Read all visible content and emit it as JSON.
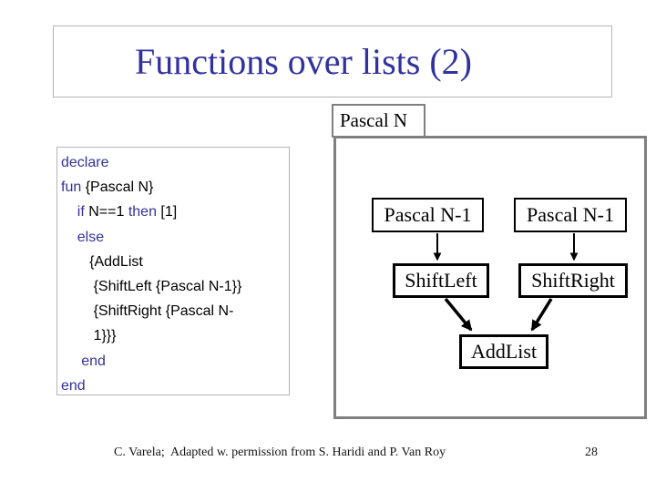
{
  "slide": {
    "title": "Functions over lists (2)",
    "footer_credit": "C. Varela;  Adapted w. permission from S. Haridi and P. Van Roy",
    "page_number": "28"
  },
  "code_panel": {
    "lines": [
      [
        {
          "t": "declare",
          "kw": true
        }
      ],
      [
        {
          "t": "fun ",
          "kw": true
        },
        {
          "t": "{Pascal N}",
          "kw": false
        }
      ],
      [
        {
          "t": "    ",
          "kw": false
        },
        {
          "t": "if ",
          "kw": true
        },
        {
          "t": "N==1 ",
          "kw": false
        },
        {
          "t": "then ",
          "kw": true
        },
        {
          "t": "[1]",
          "kw": false
        }
      ],
      [
        {
          "t": "    ",
          "kw": false
        },
        {
          "t": "else",
          "kw": true
        }
      ],
      [
        {
          "t": "       {AddList",
          "kw": false
        }
      ],
      [
        {
          "t": "        {ShiftLeft {Pascal N-1}}",
          "kw": false
        }
      ],
      [
        {
          "t": "        {ShiftRight {Pascal N-",
          "kw": false
        }
      ],
      [
        {
          "t": "        1}}}",
          "kw": false
        }
      ],
      [
        {
          "t": "     ",
          "kw": false
        },
        {
          "t": "end",
          "kw": true
        }
      ],
      [
        {
          "t": "end",
          "kw": true
        }
      ]
    ]
  },
  "diagram": {
    "container_label": "Pascal N",
    "nodes": {
      "pascal_left": "Pascal N-1",
      "pascal_right": "Pascal N-1",
      "shift_left": "ShiftLeft",
      "shift_right": "ShiftRight",
      "add_list": "AddList"
    },
    "edges": [
      {
        "from": "pascal_left",
        "to": "shift_left"
      },
      {
        "from": "pascal_right",
        "to": "shift_right"
      },
      {
        "from": "shift_left",
        "to": "add_list"
      },
      {
        "from": "shift_right",
        "to": "add_list"
      }
    ]
  },
  "colors": {
    "title_blue": "#32329F",
    "keyword_blue": "#333399",
    "frame_gray": "#7F7F7F",
    "light_border": "#B4B4B4",
    "node_border_black": "#000000"
  }
}
